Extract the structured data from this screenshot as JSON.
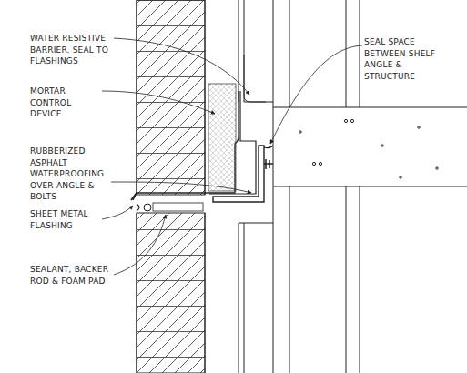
{
  "diagram": {
    "labels": [
      "WATER RESISTIVE BARRIER. SEAL TO FLASHINGS",
      "MORTAR CONTROL DEVICE",
      "RUBBERIZED ASPHALT WATERPROOFING OVER ANGLE & BOLTS",
      "SHEET METAL FLASHING",
      "SEALANT, BACKER ROD & FOAM PAD",
      "SEAL SPACE BETWEEN SHELF ANGLE & STRUCTURE"
    ]
  }
}
